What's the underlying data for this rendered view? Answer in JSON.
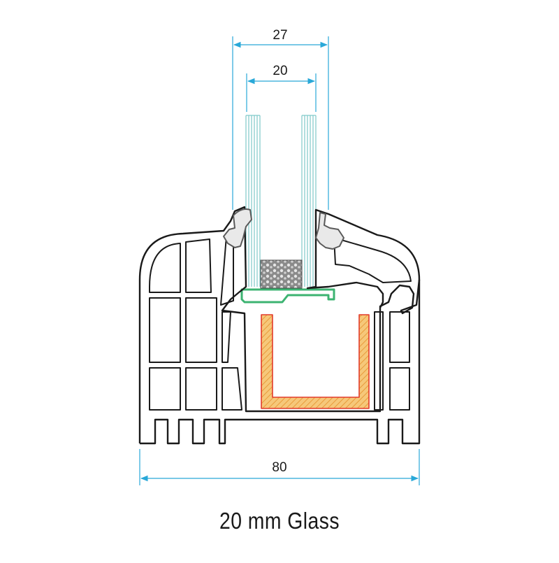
{
  "dimensions": {
    "outer_glass": "27",
    "inner_glass": "20",
    "frame_width": "80"
  },
  "caption": "20 mm Glass",
  "colors": {
    "outline": "#1a1a1a",
    "dimension": "#29a8d8",
    "glass": "#7fc9c9",
    "gasket": "#5a5a5a",
    "spacer": "#3cb371",
    "reinforcement_fill": "#f6c87a",
    "reinforcement_edge": "#e23b2b"
  }
}
